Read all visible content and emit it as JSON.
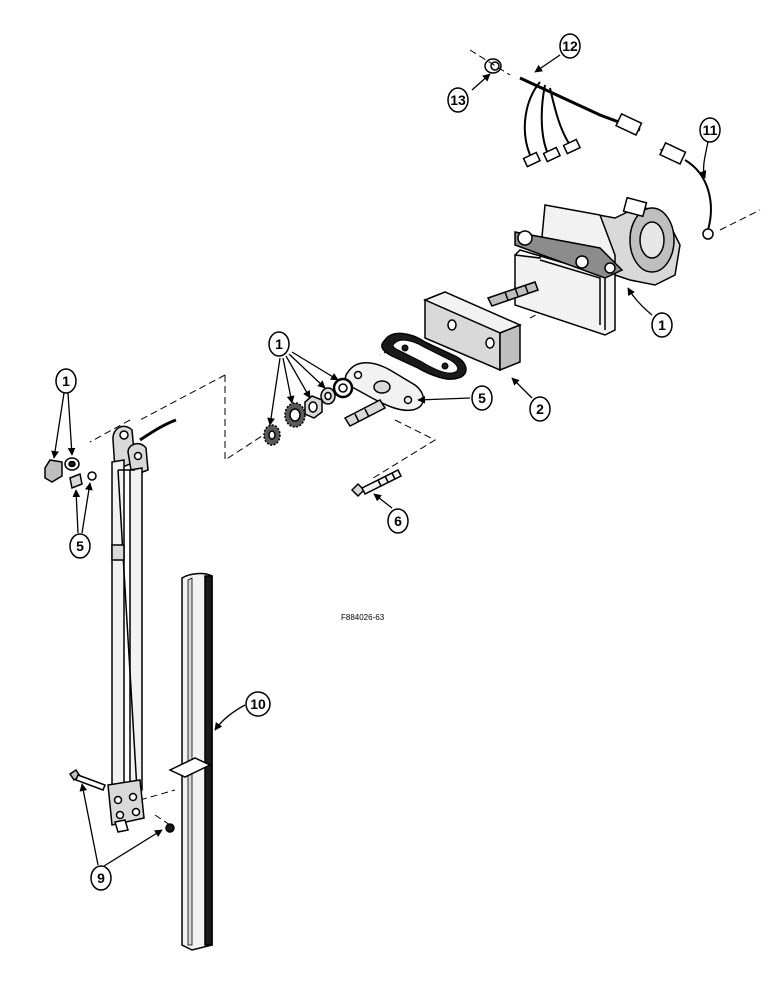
{
  "figure_id": "F884026-63",
  "callouts": [
    {
      "id": "c12",
      "label": "12"
    },
    {
      "id": "c13",
      "label": "13"
    },
    {
      "id": "c11",
      "label": "11"
    },
    {
      "id": "c1_motor",
      "label": "1"
    },
    {
      "id": "c2",
      "label": "2"
    },
    {
      "id": "c5_plate",
      "label": "5"
    },
    {
      "id": "c1_gears",
      "label": "1"
    },
    {
      "id": "c1_left",
      "label": "1"
    },
    {
      "id": "c5_left",
      "label": "5"
    },
    {
      "id": "c6",
      "label": "6"
    },
    {
      "id": "c10",
      "label": "10"
    },
    {
      "id": "c9",
      "label": "9"
    }
  ],
  "parts": {
    "wiring_harness": "wiring-harness",
    "clip": "clip",
    "ground_wire": "ground-wire",
    "wiper_motor": "wiper-motor",
    "spacer_block": "spacer-block",
    "gasket": "gasket",
    "mounting_plate": "mounting-plate",
    "gears_and_washers": "gears-and-washers",
    "bolt": "bolt",
    "wiper_arm": "wiper-arm",
    "wiper_blade": "wiper-blade",
    "arm_nut_washer": "arm-nut-washer",
    "pivot_bolt_nut": "pivot-bolt-nut"
  }
}
